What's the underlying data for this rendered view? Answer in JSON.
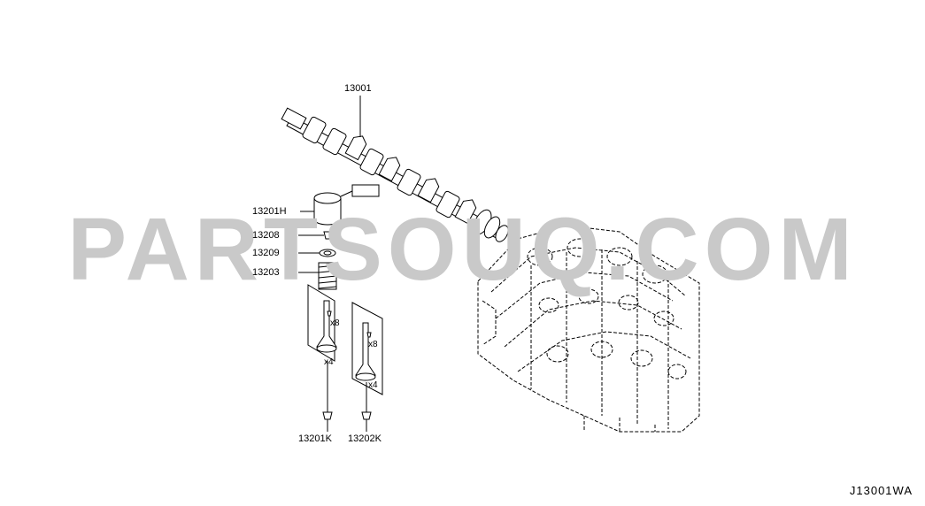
{
  "watermark": "PARTSOUQ.COM",
  "diagram_code": "J13001WA",
  "parts": {
    "camshaft": "13001",
    "lifter": "13201H",
    "collet": "13208",
    "retainer": "13209",
    "spring": "13203",
    "intake_valve": "13201K",
    "exhaust_valve": "13202K"
  },
  "quantities": {
    "intake_collets": "x8",
    "intake_valves": "x4",
    "exhaust_collets": "x8",
    "exhaust_valves": "x4"
  },
  "colors": {
    "line": "#000000",
    "watermark": "#c9c9c9",
    "background": "#ffffff"
  }
}
